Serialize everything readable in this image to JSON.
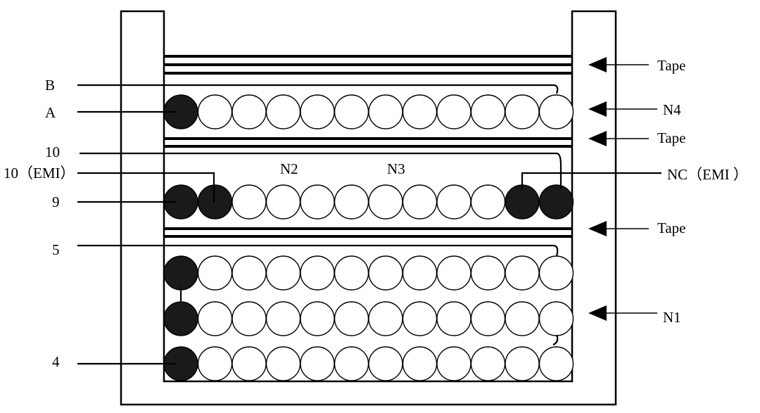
{
  "colors": {
    "stroke": "#000000",
    "filled": "#1a1a1a",
    "empty": "#ffffff",
    "background": "#ffffff"
  },
  "labels": {
    "left": {
      "b": "B",
      "a": "A",
      "ten": "10",
      "ten_emi": "10（EMI）",
      "nine": "9",
      "five": "5",
      "four": "4"
    },
    "right": {
      "tape_top": "Tape",
      "n4": "N4",
      "tape_mid": "Tape",
      "nc_emi": "NC（EMI ）",
      "tape_low": "Tape",
      "n1": "N1"
    },
    "inner": {
      "n2": "N2",
      "n3": "N3"
    }
  },
  "rows": [
    {
      "id": "row-n4",
      "count": 12,
      "filled": [
        0
      ]
    },
    {
      "id": "row-n2-n3",
      "count": 12,
      "filled": [
        0,
        1,
        10,
        11
      ]
    },
    {
      "id": "row-n1-top",
      "count": 12,
      "filled": [
        0
      ]
    },
    {
      "id": "row-n1-mid",
      "count": 12,
      "filled": [
        0
      ]
    },
    {
      "id": "row-n1-bot",
      "count": 12,
      "filled": [
        0
      ]
    }
  ]
}
